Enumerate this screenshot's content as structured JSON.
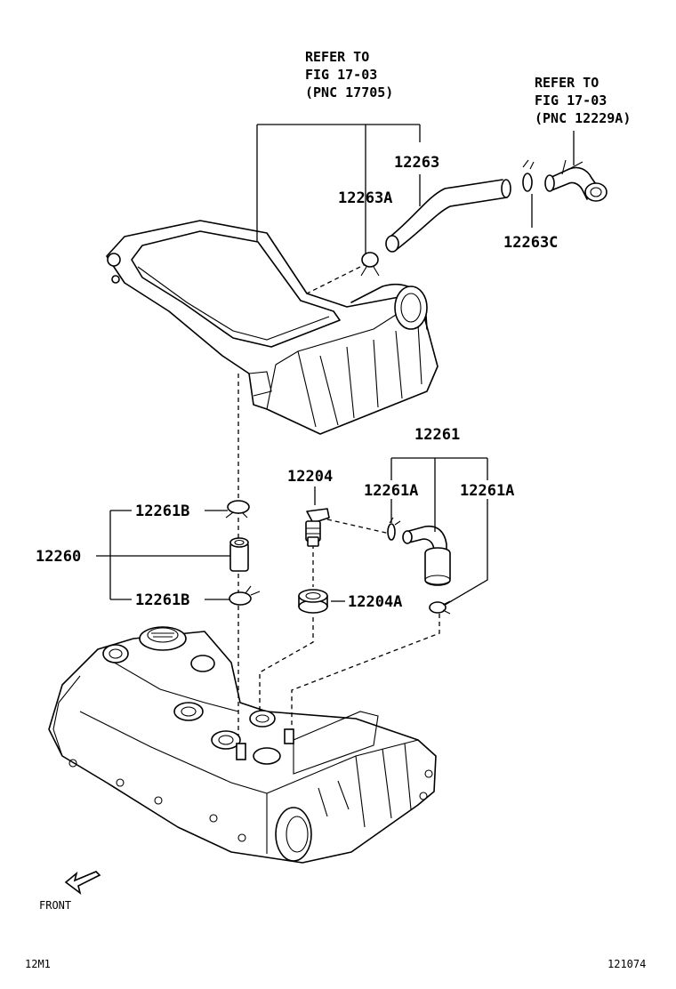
{
  "references": {
    "ref1": {
      "line1": "REFER TO",
      "line2": "FIG 17-03",
      "line3": "(PNC 17705)"
    },
    "ref2": {
      "line1": "REFER TO",
      "line2": "FIG 17-03",
      "line3": "(PNC 12229A)"
    }
  },
  "labels": {
    "p12263": "12263",
    "p12263A": "12263A",
    "p12263C": "12263C",
    "p12261": "12261",
    "p12204": "12204",
    "p12261A_left": "12261A",
    "p12261A_right": "12261A",
    "p12261B_top": "12261B",
    "p12260": "12260",
    "p12261B_bottom": "12261B",
    "p12204A": "12204A"
  },
  "footer": {
    "front": "FRONT",
    "left_code": "12M1",
    "right_code": "121074"
  }
}
